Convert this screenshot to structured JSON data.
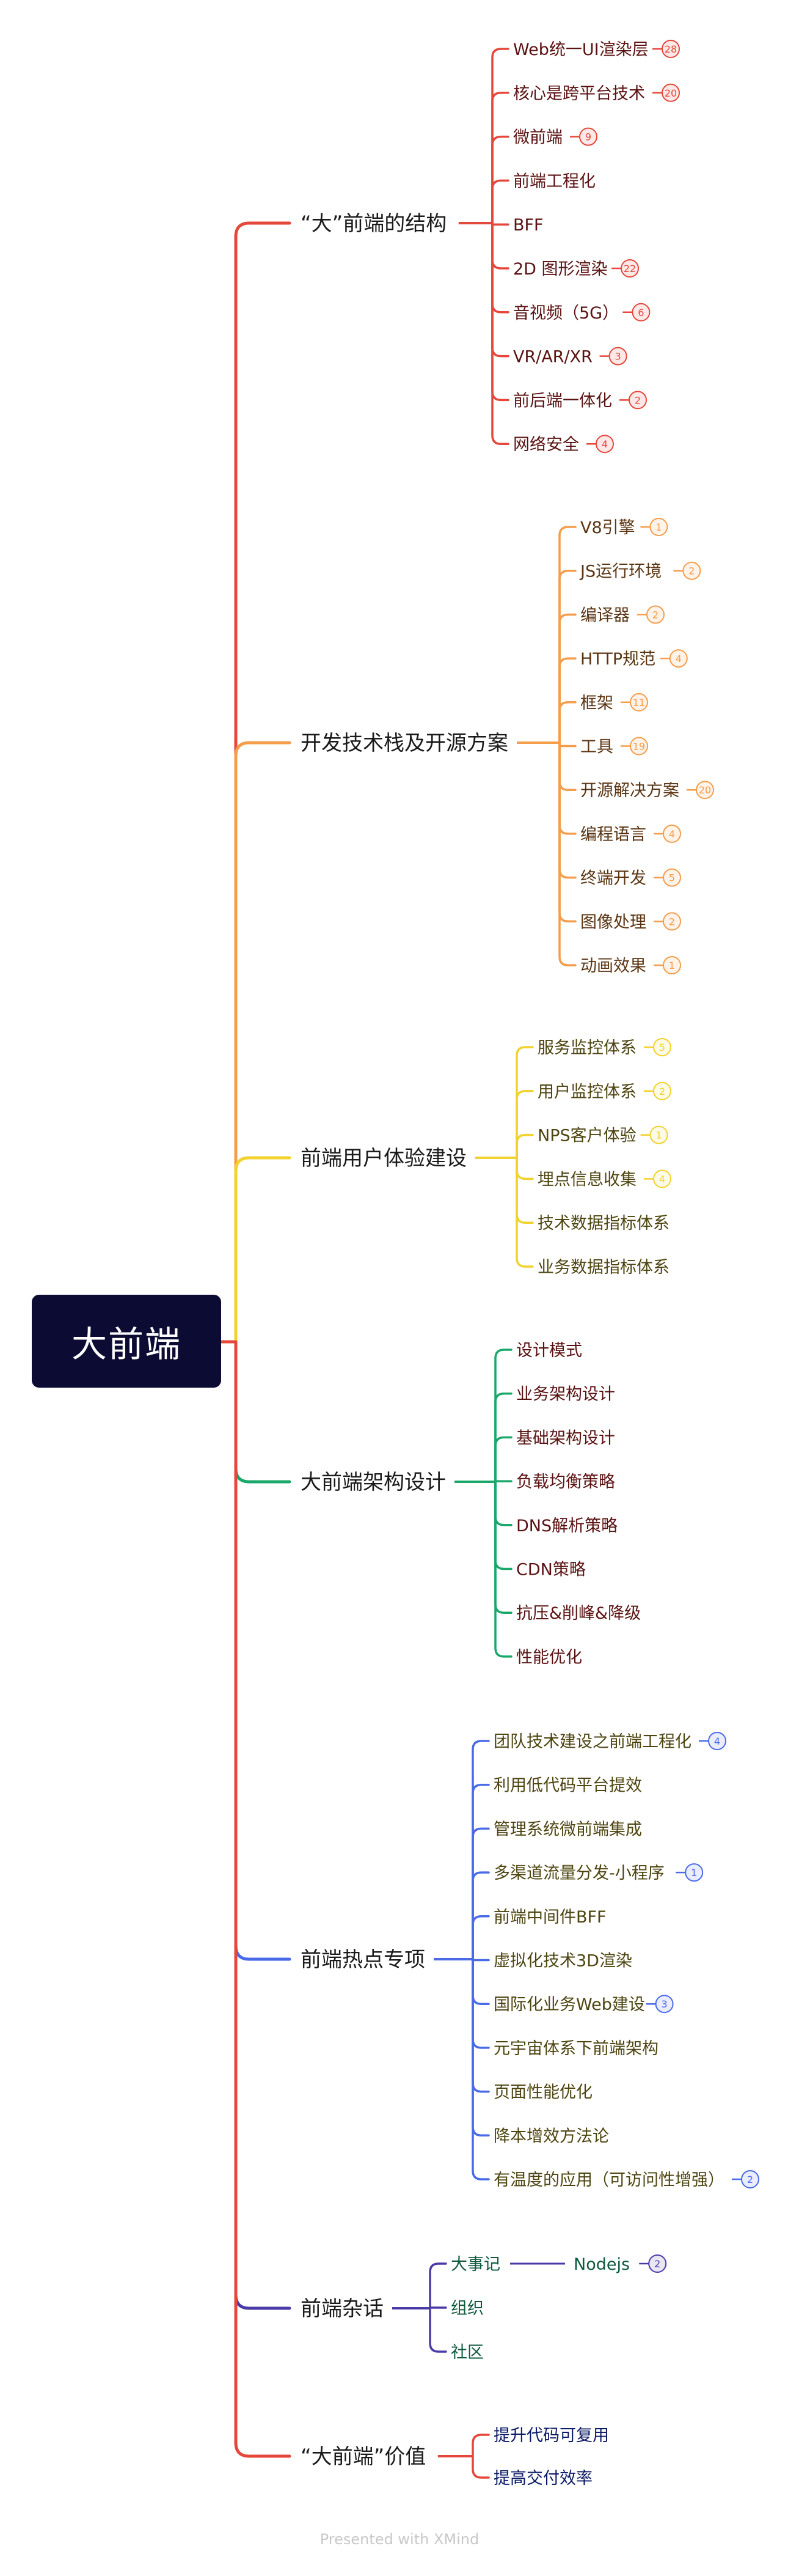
{
  "root": {
    "label": "大前端"
  },
  "footer": "Presented with XMind",
  "branches": [
    {
      "label": "“大”前端的结构",
      "color": "#e5473b",
      "text_color": "#5a1212",
      "children": [
        {
          "label": "Web统一UI渲染层",
          "badge": "28"
        },
        {
          "label": "核心是跨平台技术",
          "badge": "20"
        },
        {
          "label": "微前端",
          "badge": "9"
        },
        {
          "label": "前端工程化"
        },
        {
          "label": "BFF"
        },
        {
          "label": "2D 图形渲染",
          "badge": "22"
        },
        {
          "label": "音视频（5G）",
          "badge": "6"
        },
        {
          "label": "VR/AR/XR",
          "badge": "3"
        },
        {
          "label": "前后端一体化",
          "badge": "2"
        },
        {
          "label": "网络安全",
          "badge": "4"
        }
      ]
    },
    {
      "label": "开发技术栈及开源方案",
      "color": "#f49d4b",
      "text_color": "#5a3412",
      "children": [
        {
          "label": "V8引擎",
          "badge": "1"
        },
        {
          "label": "JS运行环境",
          "badge": "2"
        },
        {
          "label": "编译器",
          "badge": "2"
        },
        {
          "label": "HTTP规范",
          "badge": "4"
        },
        {
          "label": "框架",
          "badge": "11"
        },
        {
          "label": "工具",
          "badge": "19"
        },
        {
          "label": "开源解决方案",
          "badge": "20"
        },
        {
          "label": "编程语言",
          "badge": "4"
        },
        {
          "label": "终端开发",
          "badge": "5"
        },
        {
          "label": "图像处理",
          "badge": "2"
        },
        {
          "label": "动画效果",
          "badge": "1"
        }
      ]
    },
    {
      "label": "前端用户体验建设",
      "color": "#f2d22e",
      "text_color": "#4d4410",
      "children": [
        {
          "label": "服务监控体系",
          "badge": "5"
        },
        {
          "label": "用户监控体系",
          "badge": "2"
        },
        {
          "label": "NPS客户体验",
          "badge": "1"
        },
        {
          "label": "埋点信息收集",
          "badge": "4"
        },
        {
          "label": "技术数据指标体系"
        },
        {
          "label": "业务数据指标体系"
        }
      ]
    },
    {
      "label": "大前端架构设计",
      "color": "#1aa86a",
      "text_color": "#5a1212",
      "children": [
        {
          "label": "设计模式"
        },
        {
          "label": "业务架构设计"
        },
        {
          "label": "基础架构设计"
        },
        {
          "label": "负载均衡策略"
        },
        {
          "label": "DNS解析策略"
        },
        {
          "label": "CDN策略"
        },
        {
          "label": "抗压&削峰&降级"
        },
        {
          "label": "性能优化"
        }
      ]
    },
    {
      "label": "前端热点专项",
      "color": "#4a6ae8",
      "text_color": "#4d4410",
      "children": [
        {
          "label": "团队技术建设之前端工程化",
          "badge": "4"
        },
        {
          "label": "利用低代码平台提效"
        },
        {
          "label": "管理系统微前端集成"
        },
        {
          "label": "多渠道流量分发-小程序",
          "badge": "1"
        },
        {
          "label": "前端中间件BFF"
        },
        {
          "label": "虚拟化技术3D渲染"
        },
        {
          "label": "国际化业务Web建设",
          "badge": "3"
        },
        {
          "label": "元宇宙体系下前端架构"
        },
        {
          "label": "页面性能优化"
        },
        {
          "label": "降本增效方法论"
        },
        {
          "label": "有温度的应用（可访问性增强）",
          "badge": "2"
        }
      ]
    },
    {
      "label": "前端杂话",
      "color": "#4a3aa8",
      "text_color": "#0d5a3c",
      "children": [
        {
          "label": "大事记",
          "sub": {
            "label": "Nodejs",
            "badge": "2"
          }
        },
        {
          "label": "组织"
        },
        {
          "label": "社区"
        }
      ]
    },
    {
      "label": "“大前端”价值",
      "color": "#e5473b",
      "text_color": "#0b1a66",
      "children": [
        {
          "label": "提升代码可复用"
        },
        {
          "label": "提高交付效率"
        }
      ]
    }
  ]
}
